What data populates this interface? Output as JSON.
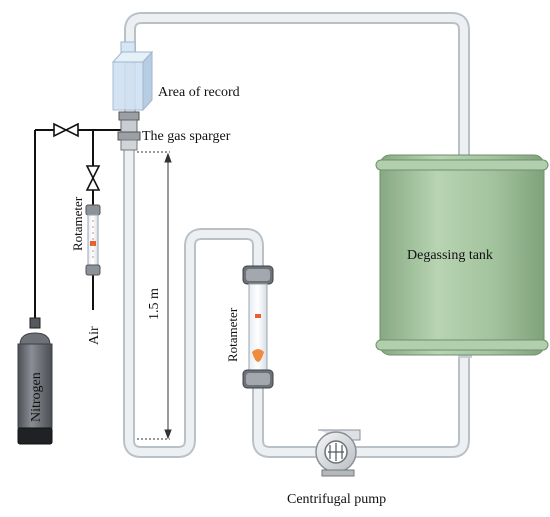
{
  "labels": {
    "area_of_record": "Area of record",
    "gas_sparger": "The gas sparger",
    "degassing_tank": "Degassing tank",
    "rotameter_left": "Rotameter",
    "rotameter_right": "Rotameter",
    "air": "Air",
    "height": "1.5 m",
    "nitrogen": "Nitrogen",
    "pump": "Centrifugal pump"
  },
  "colors": {
    "pipe": "#e4e8ec",
    "pipe_edge": "#b9c0c6",
    "tank": "#a9c8a4",
    "tank_dark": "#84a97f",
    "cylinder": "#6f7278",
    "area_box": "#cfe0f2",
    "float": "#e8602c"
  }
}
